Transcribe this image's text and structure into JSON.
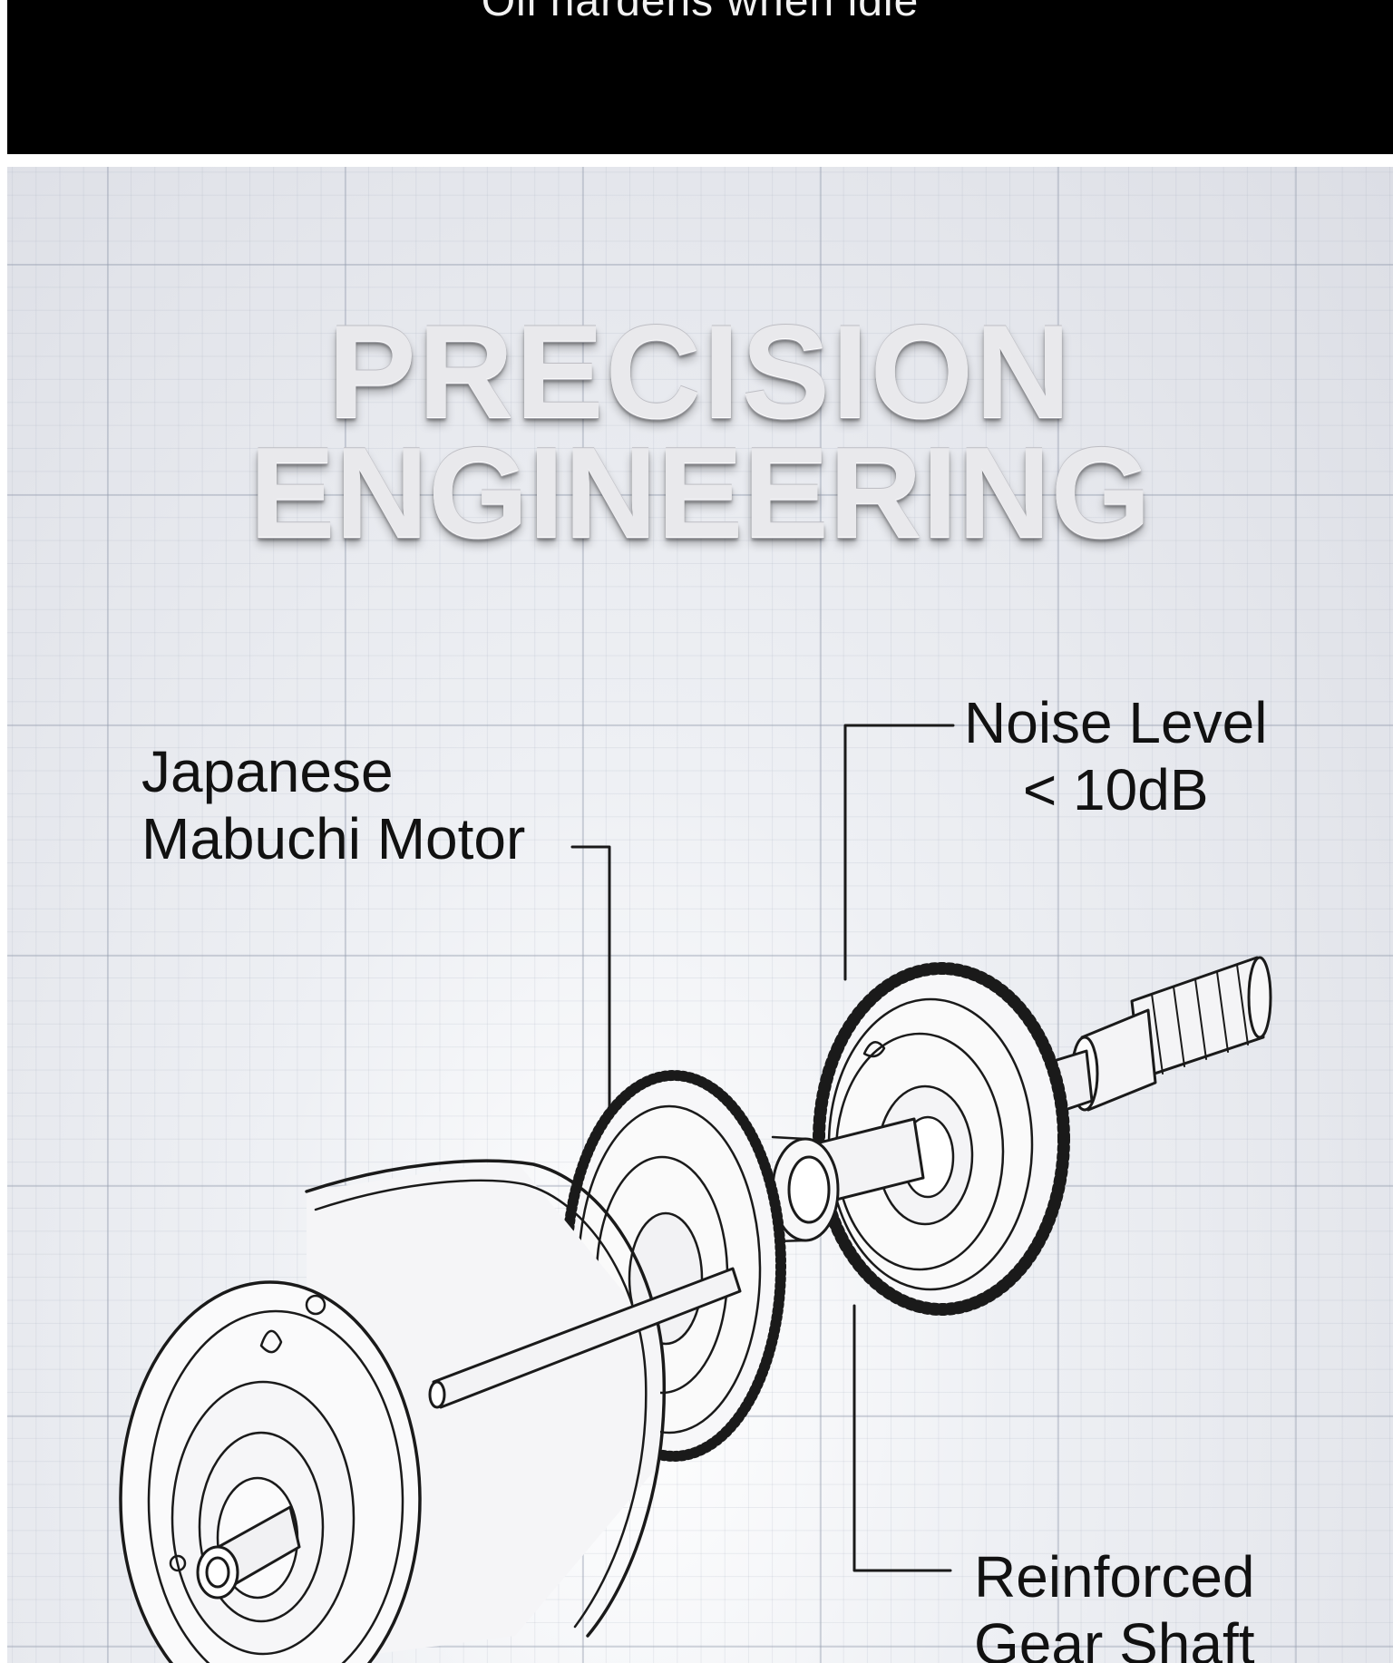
{
  "top_caption": "Oil hardens when idle",
  "title": {
    "line1": "PRECISION",
    "line2": "ENGINEERING"
  },
  "callouts": {
    "motor": {
      "line1": "Japanese",
      "line2": "Mabuchi Motor"
    },
    "noise": {
      "line1": "Noise Level",
      "line2": "< 10dB"
    },
    "shaft": {
      "line1": "Reinforced",
      "line2": "Gear Shaft"
    }
  },
  "colors": {
    "background_band": "#000000",
    "panel": "#e4e6ec",
    "ink": "#111111"
  }
}
